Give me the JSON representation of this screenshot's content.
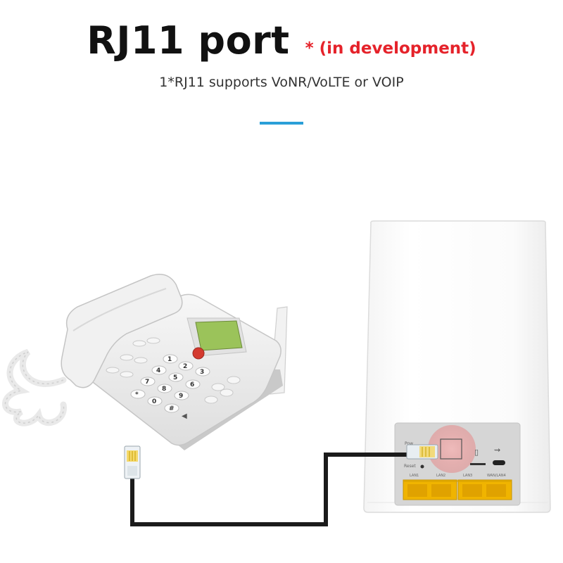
{
  "header": {
    "title": "RJ11 port",
    "tag": "* (in development)",
    "subtitle": "1*RJ11 supports VoNR/VoLTE or VOIP"
  },
  "colors": {
    "title": "#111111",
    "tag": "#e5222a",
    "accent_divider": "#2a9fd8",
    "lan_port": "#f0b400",
    "phone_screen": "#9bc35a",
    "highlight": "#e58a8a"
  },
  "phone": {
    "keys": [
      "1",
      "2",
      "3",
      "4",
      "5",
      "6",
      "7",
      "8",
      "9",
      "*",
      "0",
      "#"
    ]
  },
  "router": {
    "labels": {
      "power": "Pow",
      "reset": "Reset",
      "lan1": "LAN1",
      "lan2": "LAN2",
      "lan3": "LAN3",
      "wanlan4": "WAN/LAN4"
    }
  }
}
